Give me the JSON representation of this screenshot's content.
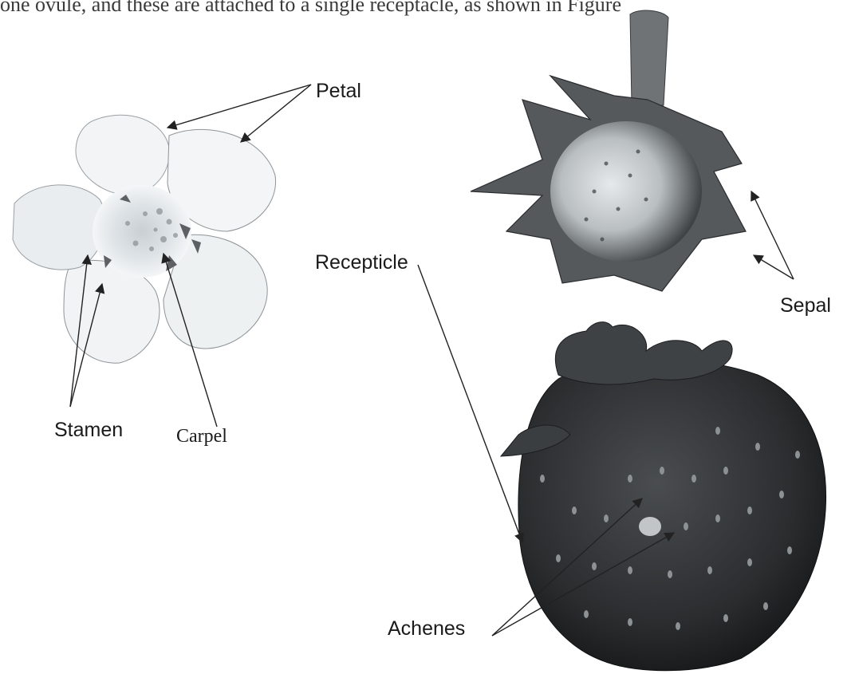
{
  "header_text": "one ovule, and these are attached to a single receptacle, as shown in Figure",
  "labels": {
    "petal": "Petal",
    "sepal": "Sepal",
    "receptacle": "Recepticle",
    "stamen": "Stamen",
    "carpel": "Carpel",
    "achenes": "Achenes"
  },
  "colors": {
    "ink": "#1a1a1a",
    "fruit_dark": "#2b2b2b",
    "flower_light": "#e8ecef"
  }
}
